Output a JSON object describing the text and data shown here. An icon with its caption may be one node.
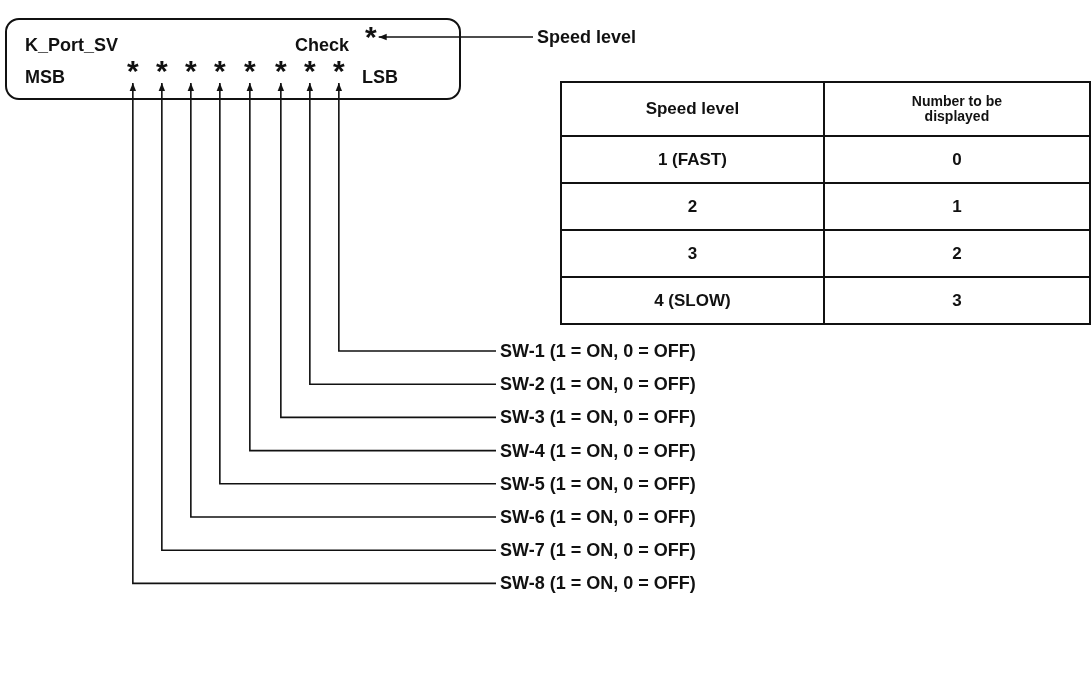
{
  "diagram": {
    "nodes": [
      {
        "text": [
          "K_Port_SV",
          "Check",
          "MSB",
          "LSB"
        ]
      },
      {
        "text": [
          "*"
        ],
        "in": 0
      },
      {
        "text": [
          "*"
        ],
        "in": 0
      },
      {
        "text": [
          "*"
        ],
        "in": 0
      },
      {
        "text": [
          "*"
        ],
        "in": 0
      },
      {
        "text": [
          "*"
        ],
        "in": 0
      },
      {
        "text": [
          "*"
        ],
        "in": 0
      },
      {
        "text": [
          "*"
        ],
        "in": 0
      },
      {
        "text": [
          "*"
        ],
        "in": 0
      },
      {
        "text": [
          "*"
        ],
        "in": 0
      },
      {
        "text": [
          "Speed level"
        ]
      },
      {
        "text": [
          "SW-1 (1 = ON, 0 = OFF)"
        ]
      },
      {
        "text": [
          "SW-2 (1 = ON, 0 = OFF)"
        ]
      },
      {
        "text": [
          "SW-3 (1 = ON, 0 = OFF)"
        ]
      },
      {
        "text": [
          "SW-4 (1 = ON, 0 = OFF)"
        ]
      },
      {
        "text": [
          "SW-5 (1 = ON, 0 = OFF)"
        ]
      },
      {
        "text": [
          "SW-6 (1 = ON, 0 = OFF)"
        ]
      },
      {
        "text": [
          "SW-7 (1 = ON, 0 = OFF)"
        ]
      },
      {
        "text": [
          "SW-8 (1 = ON, 0 = OFF)"
        ]
      }
    ],
    "edges": [
      {
        "from": 10,
        "to": 1,
        "arrow": "to"
      },
      {
        "from": 11,
        "to": 9,
        "arrow": "to"
      },
      {
        "from": 12,
        "to": 8,
        "arrow": "to"
      },
      {
        "from": 13,
        "to": 7,
        "arrow": "to"
      },
      {
        "from": 14,
        "to": 6,
        "arrow": "to"
      },
      {
        "from": 15,
        "to": 5,
        "arrow": "to"
      },
      {
        "from": 16,
        "to": 4,
        "arrow": "to"
      },
      {
        "from": 17,
        "to": 3,
        "arrow": "to"
      },
      {
        "from": 18,
        "to": 2,
        "arrow": "to"
      }
    ],
    "labels": [
      "Speed level",
      "Number to be displayed",
      "1 (FAST)",
      "0",
      "2",
      "1",
      "3",
      "2",
      "4 (SLOW)",
      "3"
    ]
  }
}
